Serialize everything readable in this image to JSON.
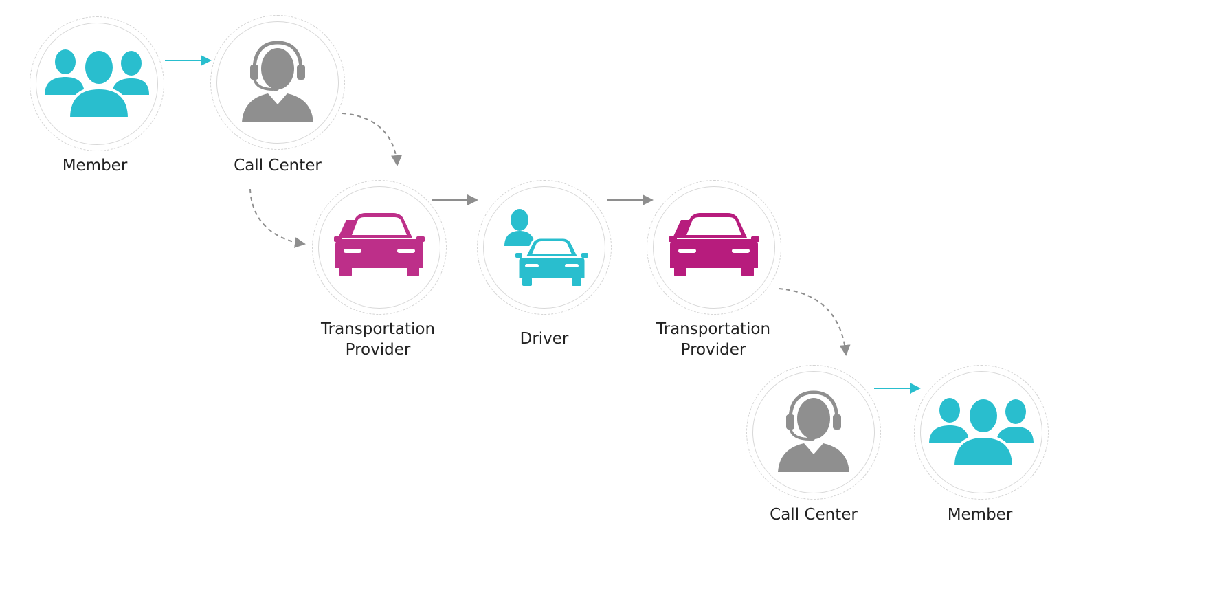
{
  "colors": {
    "member": "#29bece",
    "call_center": "#8f8f8f",
    "provider": "#bd2f89",
    "driver": "#29bece",
    "arrow_solid_cyan": "#29bece",
    "arrow_gray": "#8e8e8e",
    "ring": "#d6d6d6"
  },
  "nodes": [
    {
      "id": "member-1",
      "icon": "members-group-icon",
      "label_lines": [
        "Member"
      ]
    },
    {
      "id": "call-center-1",
      "icon": "headset-agent-icon",
      "label_lines": [
        "Call Center"
      ]
    },
    {
      "id": "provider-1",
      "icon": "car-icon",
      "label_lines": [
        "Transportation",
        "Provider"
      ]
    },
    {
      "id": "driver",
      "icon": "driver-car-icon",
      "label_lines": [
        "Driver"
      ]
    },
    {
      "id": "provider-2",
      "icon": "car-icon",
      "label_lines": [
        "Transportation",
        "Provider"
      ]
    },
    {
      "id": "call-center-2",
      "icon": "headset-agent-icon",
      "label_lines": [
        "Call Center"
      ]
    },
    {
      "id": "member-2",
      "icon": "members-group-icon",
      "label_lines": [
        "Member"
      ]
    }
  ],
  "connectors": [
    {
      "from": "member-1",
      "to": "call-center-1",
      "style": "solid",
      "color": "cyan"
    },
    {
      "from": "call-center-1",
      "to": "provider-1",
      "style": "dashed",
      "color": "gray"
    },
    {
      "from": "call-center-1",
      "to": "provider-1",
      "style": "dashed",
      "color": "gray"
    },
    {
      "from": "provider-1",
      "to": "driver",
      "style": "solid",
      "color": "gray"
    },
    {
      "from": "driver",
      "to": "provider-2",
      "style": "solid",
      "color": "gray"
    },
    {
      "from": "provider-2",
      "to": "call-center-2",
      "style": "dashed",
      "color": "gray"
    },
    {
      "from": "call-center-2",
      "to": "member-2",
      "style": "solid",
      "color": "cyan"
    }
  ]
}
